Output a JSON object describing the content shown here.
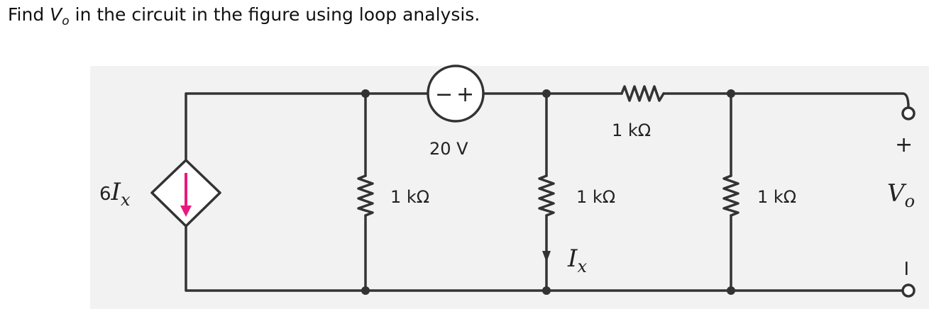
{
  "question": {
    "prefix": "Find ",
    "var_main": "V",
    "var_sub": "o",
    "suffix": " in the circuit in the figure using loop analysis."
  },
  "circuit": {
    "source_label": "20 V",
    "source_plus": "+",
    "source_minus": "−",
    "dep_source_coeff": "6",
    "dep_source_var": "I",
    "dep_source_sub": "x",
    "resistor_top_label": "1 kΩ",
    "resistor_1_label": "1 kΩ",
    "resistor_2_label": "1 kΩ",
    "resistor_3_label": "1 kΩ",
    "current_var": "I",
    "current_sub": "x",
    "output_var": "V",
    "output_sub": "o",
    "output_plus": "+",
    "output_minus": "−"
  },
  "colors": {
    "wire": "#333333",
    "arrow": "#e8197d",
    "background": "#f2f2f2"
  }
}
